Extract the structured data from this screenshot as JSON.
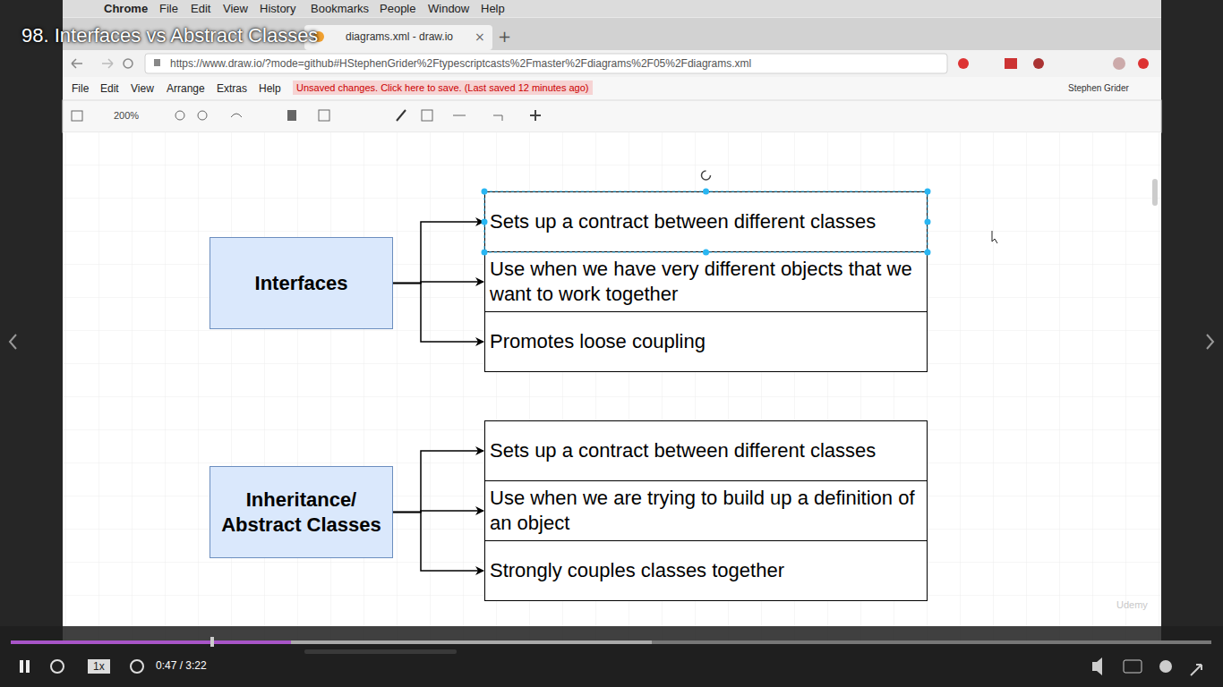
{
  "diagram": {
    "title": "98. Interfaces vs Abstract Classes",
    "nodes": [
      {
        "text": [
          "Interfaces"
        ]
      },
      {
        "text": [
          "Sets up a contract between different classes"
        ]
      },
      {
        "text": [
          "Use when we have very different objects that we want to work together"
        ]
      },
      {
        "text": [
          "Promotes loose coupling"
        ]
      },
      {
        "text": [
          "Inheritance/ Abstract Classes"
        ]
      },
      {
        "text": [
          "Sets up a contract between different classes"
        ]
      },
      {
        "text": [
          "Use when we are trying to build up a definition of an object"
        ]
      },
      {
        "text": [
          "Strongly couples classes together"
        ]
      }
    ],
    "edges": [
      {
        "from": 0,
        "to": 1,
        "arrow": "to"
      },
      {
        "from": 0,
        "to": 2,
        "arrow": "to"
      },
      {
        "from": 0,
        "to": 3,
        "arrow": "to"
      },
      {
        "from": 4,
        "to": 5,
        "arrow": "to"
      },
      {
        "from": 4,
        "to": 6,
        "arrow": "to"
      },
      {
        "from": 4,
        "to": 7,
        "arrow": "to"
      }
    ],
    "labels": [
      "Chrome",
      "File",
      "Edit",
      "View",
      "History",
      "Bookmarks",
      "People",
      "Window",
      "Help",
      "diagrams.xml - draw.io",
      "https://www.draw.io/?mode=github#HStephenGrider%2Ftypescriptcasts%2Fmaster%2Fdiagrams%2F05%2Fdiagrams.xml",
      "File",
      "Edit",
      "View",
      "Arrange",
      "Extras",
      "Help",
      "Unsaved changes. Click here to save. (Last saved 12 minutes ago)",
      "Stephen Grider",
      "200%",
      "Udemy",
      "1x",
      "0:47 / 3:22"
    ]
  }
}
